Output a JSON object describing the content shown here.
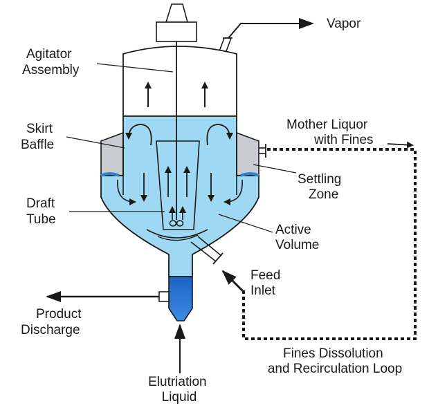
{
  "labels": {
    "vapor": "Vapor",
    "agitator_assembly": [
      "Agitator",
      "Assembly"
    ],
    "skirt_baffle": [
      "Skirt",
      "Baffle"
    ],
    "mother_liquor": [
      "Mother Liquor",
      "with Fines"
    ],
    "settling_zone": [
      "Settling",
      "Zone"
    ],
    "draft_tube": [
      "Draft",
      "Tube"
    ],
    "active_volume": [
      "Active",
      "Volume"
    ],
    "feed_inlet": [
      "Feed",
      "Inlet"
    ],
    "product_discharge": [
      "Product",
      "Discharge"
    ],
    "fines_loop": [
      "Fines Dissolution",
      "and Recirculation Loop"
    ],
    "elutriation_liquid": [
      "Elutriation",
      "Liquid"
    ]
  },
  "colors": {
    "liquid": "#9fd8f2",
    "liquid_dark": "#4aa6dc",
    "elutriation_leg": "#1f6fd0",
    "settling_zone": "#c9ccd0",
    "outline": "#1a1a1a"
  }
}
